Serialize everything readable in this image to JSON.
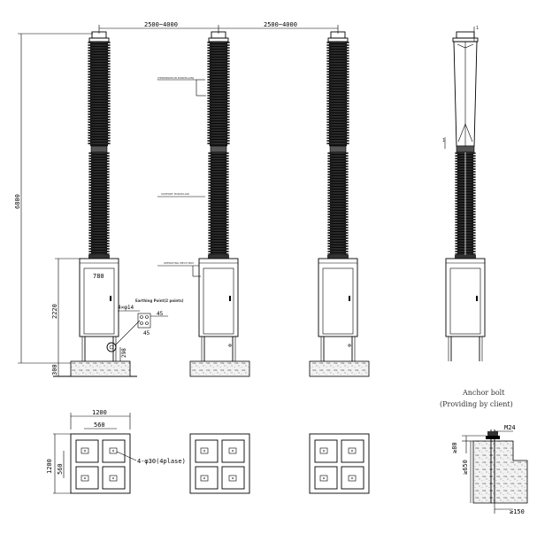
{
  "dimensions": {
    "spacing_left": "2500~4000",
    "spacing_right": "2500~4000",
    "total_height": "6800",
    "cabinet_height": "2220",
    "base_height": "300",
    "cabinet_width": "780",
    "bolt_holes": "4×φ14",
    "hole_dim_a": "45",
    "hole_dim_b": "45",
    "dim_298": "298",
    "plan_width": "1200",
    "plan_inner": "560",
    "plan_height": "1200",
    "plan_inner_v": "560",
    "plan_holes": "4-φ30(4plase)"
  },
  "labels": {
    "earthing_point": "Earthing Point(2 points)",
    "upper_unit": "[TERMINATION PORCELAIN]",
    "lower_unit": "SUPPORT PORCELAIN",
    "cabinet": "OPERATING MECH BOX"
  },
  "anchor": {
    "title": "Anchor bolt",
    "subtitle": "(Providing by client)",
    "bolt": "M24",
    "d80": "≥80",
    "d650": "≥650",
    "d150": "≥150"
  }
}
